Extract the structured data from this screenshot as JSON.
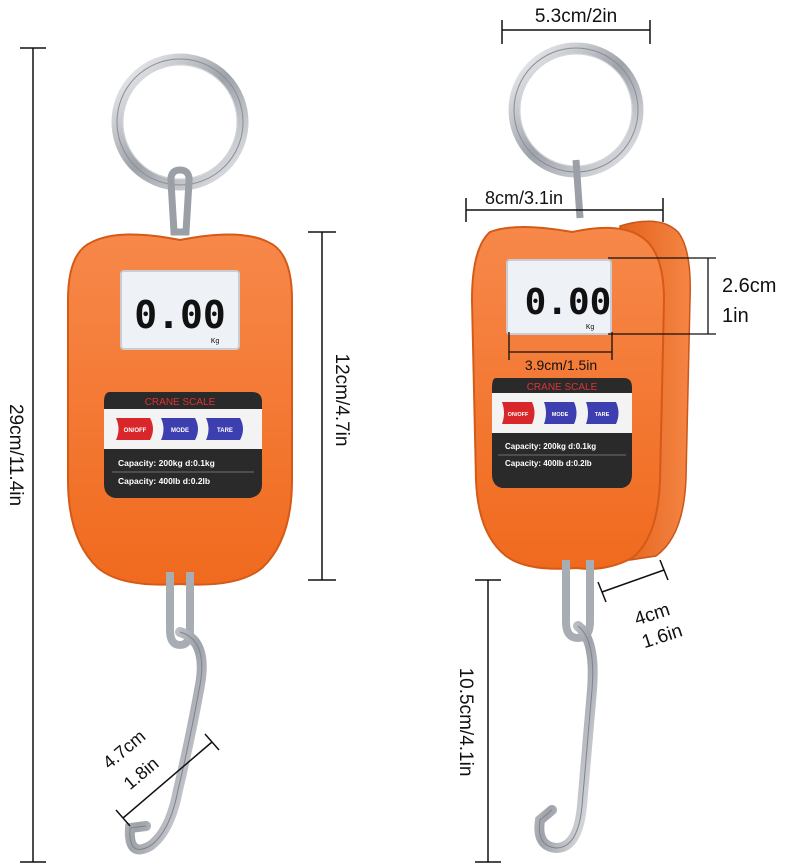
{
  "scale": {
    "display_reading": "0.00",
    "display_unit": "Kg",
    "panel_title": "CRANE SCALE",
    "buttons": {
      "power": "ON/OFF",
      "mode": "MODE",
      "tare": "TARE"
    },
    "capacity_kg": "Capacity: 200kg  d:0.1kg",
    "capacity_lb": "Capacity: 400lb  d:0.2lb"
  },
  "dimensions": {
    "total_height": "29cm/11.4in",
    "body_height": "12cm/4.7in",
    "hook_width_cm": "4.7cm",
    "hook_width_in": "1.8in",
    "ring_width": "5.3cm/2in",
    "body_width": "8cm/3.1in",
    "display_height_cm": "2.6cm",
    "display_height_in": "1in",
    "display_width": "3.9cm/1.5in",
    "thickness_cm": "4cm",
    "thickness_in": "1.6in",
    "hook_length": "10.5cm/4.1in"
  },
  "colors": {
    "body": "#f47a2e",
    "body_dark": "#d9601c",
    "lcd": "#eef1f6",
    "panel": "#2a2a2a",
    "button_red": "#d8262a",
    "button_blue": "#3d3fb0",
    "steel": "#b9bcc2"
  }
}
